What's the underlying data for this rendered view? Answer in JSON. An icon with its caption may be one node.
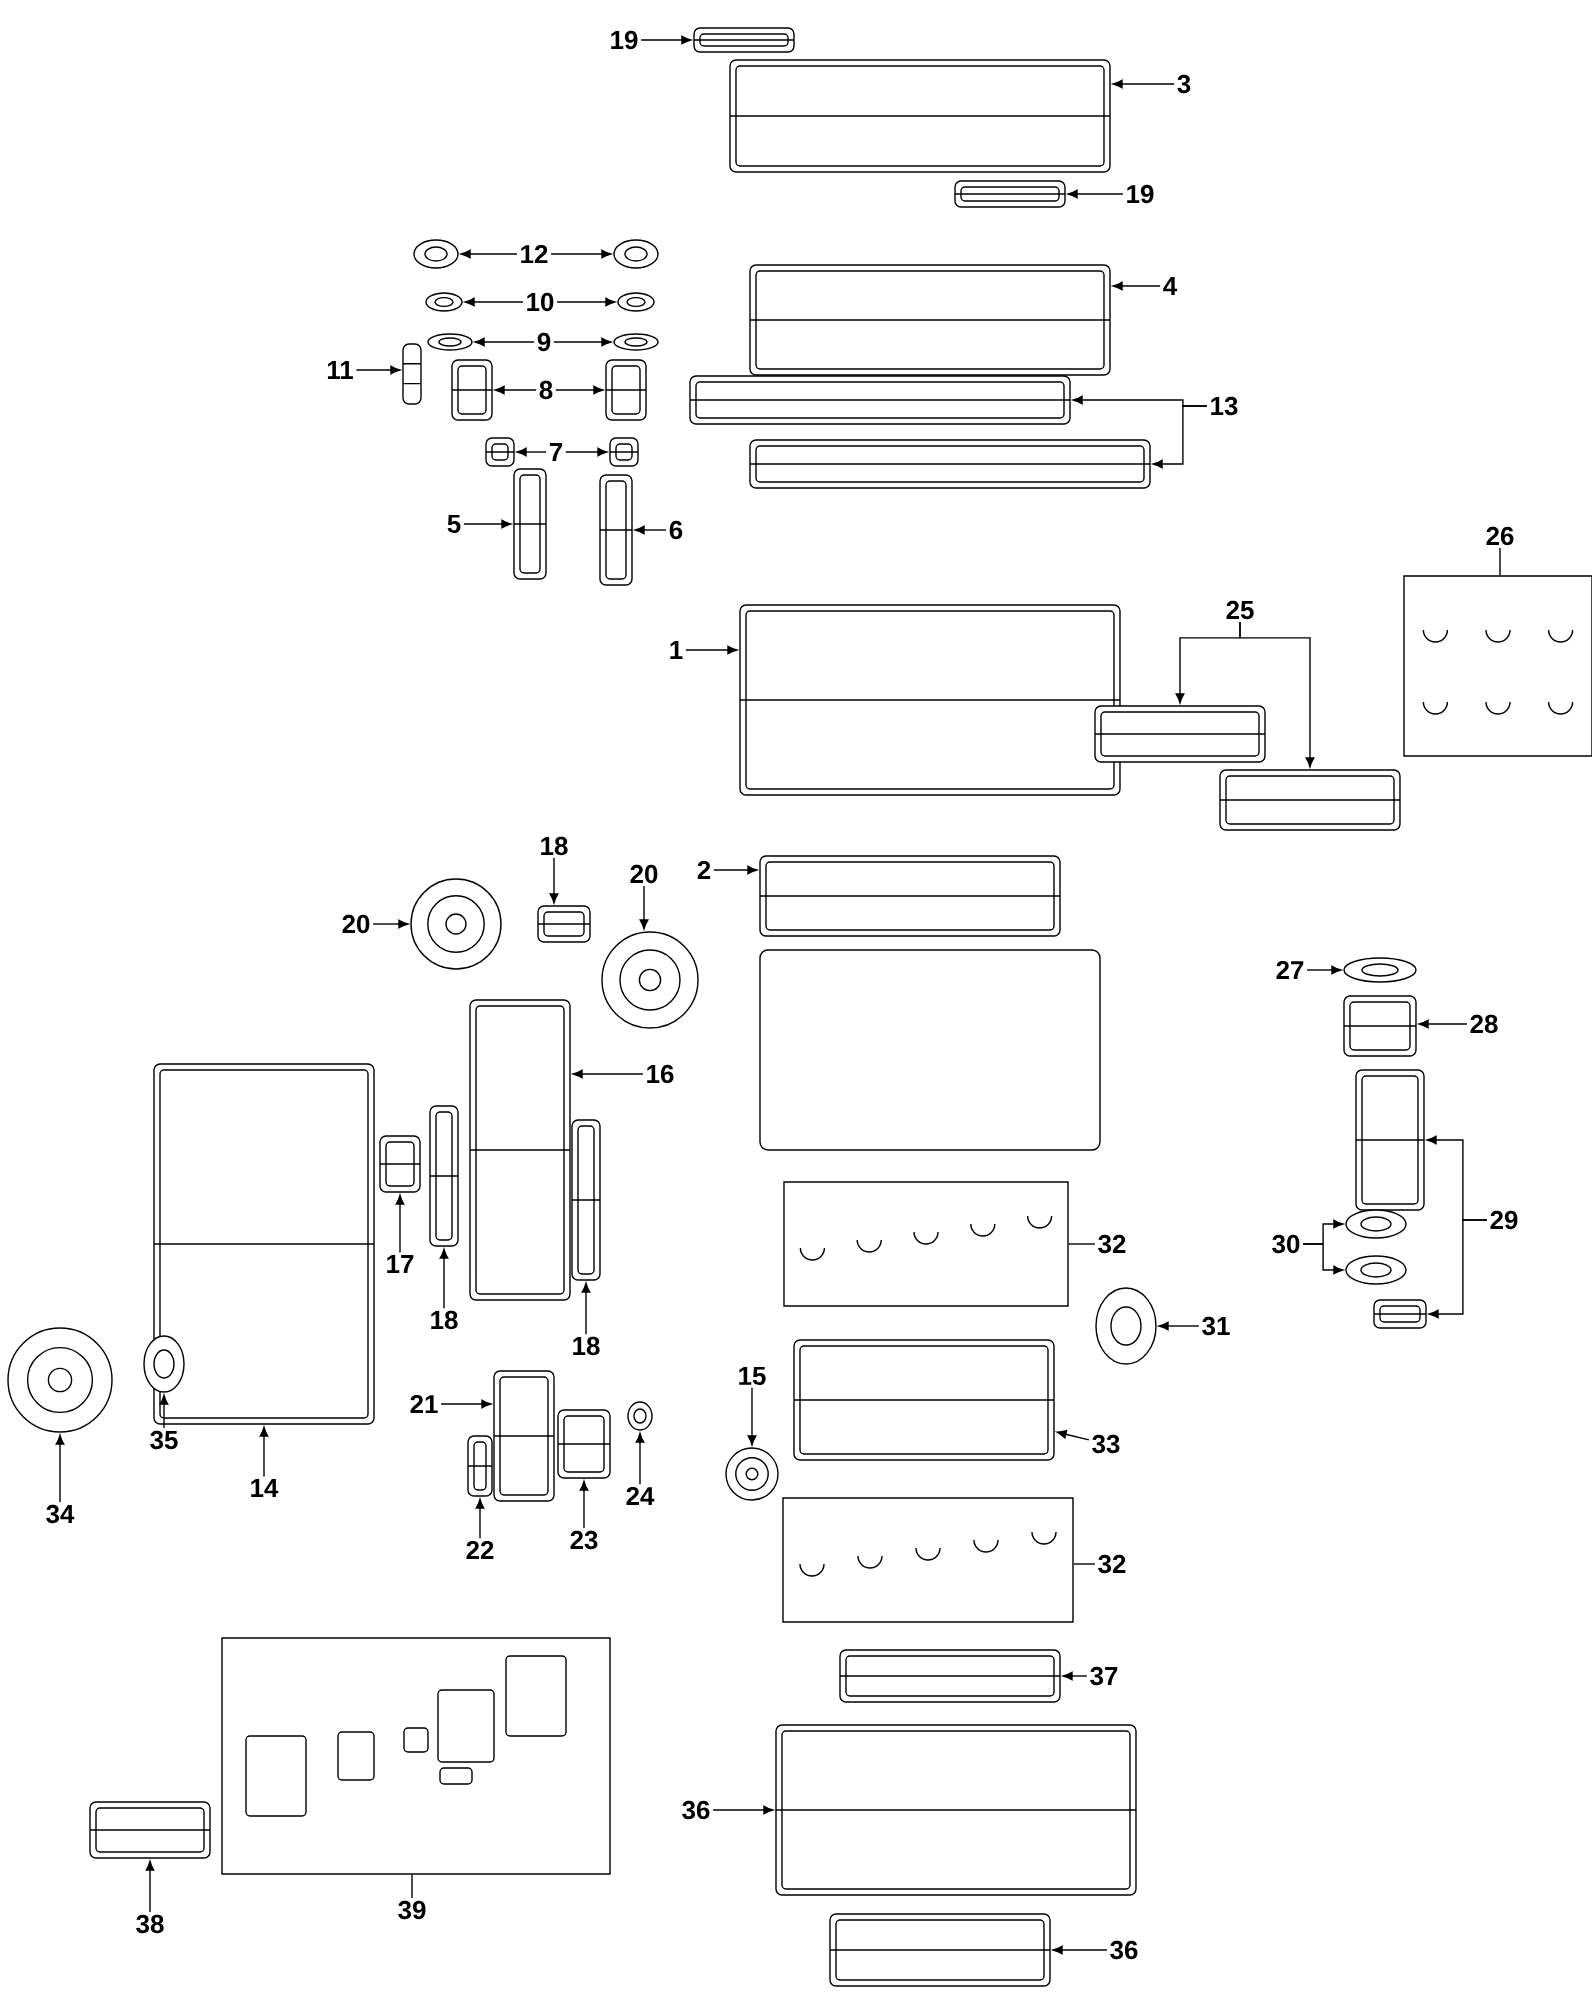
{
  "diagram": {
    "nodes": [
      {
        "text": [
          "19"
        ]
      },
      {
        "text": [],
        "shape": "picture"
      },
      {
        "text": [],
        "shape": "picture"
      },
      {
        "text": [
          "3"
        ]
      },
      {
        "text": [
          "19"
        ]
      },
      {
        "text": [],
        "shape": "picture"
      },
      {
        "text": [
          "4"
        ]
      },
      {
        "text": [],
        "shape": "picture"
      },
      {
        "text": [
          "12"
        ]
      },
      {
        "text": [],
        "shape": "picture"
      },
      {
        "text": [],
        "shape": "picture"
      },
      {
        "text": [
          "10"
        ]
      },
      {
        "text": [],
        "shape": "picture"
      },
      {
        "text": [],
        "shape": "picture"
      },
      {
        "text": [
          "9"
        ]
      },
      {
        "text": [],
        "shape": "picture"
      },
      {
        "text": [],
        "shape": "picture"
      },
      {
        "text": [
          "11"
        ]
      },
      {
        "text": [],
        "shape": "picture"
      },
      {
        "text": [
          "8"
        ]
      },
      {
        "text": [],
        "shape": "picture"
      },
      {
        "text": [],
        "shape": "picture"
      },
      {
        "text": [
          "7"
        ]
      },
      {
        "text": [],
        "shape": "picture"
      },
      {
        "text": [],
        "shape": "picture"
      },
      {
        "text": [
          "13"
        ]
      },
      {
        "text": [],
        "shape": "picture"
      },
      {
        "text": [],
        "shape": "picture"
      },
      {
        "text": [
          "5"
        ]
      },
      {
        "text": [],
        "shape": "picture"
      },
      {
        "text": [
          "6"
        ]
      },
      {
        "text": [],
        "shape": "picture"
      },
      {
        "text": [
          "1"
        ]
      },
      {
        "text": [],
        "shape": "picture"
      },
      {
        "text": [
          "25"
        ]
      },
      {
        "text": [],
        "shape": "picture"
      },
      {
        "text": [],
        "shape": "picture"
      },
      {
        "text": [
          "26"
        ]
      },
      {
        "text": [],
        "shape": "box"
      },
      {
        "text": [
          "2"
        ]
      },
      {
        "text": [],
        "shape": "picture"
      },
      {
        "text": [
          "18"
        ]
      },
      {
        "text": [],
        "shape": "picture"
      },
      {
        "text": [
          "20"
        ]
      },
      {
        "text": [],
        "shape": "picture"
      },
      {
        "text": [
          "20"
        ]
      },
      {
        "text": [],
        "shape": "picture"
      },
      {
        "text": [
          "27"
        ]
      },
      {
        "text": [],
        "shape": "picture"
      },
      {
        "text": [
          "28"
        ]
      },
      {
        "text": [],
        "shape": "picture"
      },
      {
        "text": [
          "16"
        ]
      },
      {
        "text": [],
        "shape": "picture"
      },
      {
        "text": [
          "17"
        ]
      },
      {
        "text": [],
        "shape": "picture"
      },
      {
        "text": [
          "18"
        ]
      },
      {
        "text": [],
        "shape": "picture"
      },
      {
        "text": [
          "18"
        ]
      },
      {
        "text": [],
        "shape": "picture"
      },
      {
        "text": [
          "29"
        ]
      },
      {
        "text": [],
        "shape": "picture"
      },
      {
        "text": [],
        "shape": "picture"
      },
      {
        "text": [
          "30"
        ]
      },
      {
        "text": [],
        "shape": "picture"
      },
      {
        "text": [],
        "shape": "picture"
      },
      {
        "text": [
          "14"
        ]
      },
      {
        "text": [],
        "shape": "picture"
      },
      {
        "text": [
          "35"
        ]
      },
      {
        "text": [],
        "shape": "picture"
      },
      {
        "text": [
          "34"
        ]
      },
      {
        "text": [],
        "shape": "picture"
      },
      {
        "text": [
          "21"
        ]
      },
      {
        "text": [],
        "shape": "picture"
      },
      {
        "text": [
          "22"
        ]
      },
      {
        "text": [],
        "shape": "picture"
      },
      {
        "text": [
          "23"
        ]
      },
      {
        "text": [],
        "shape": "picture"
      },
      {
        "text": [
          "24"
        ]
      },
      {
        "text": [],
        "shape": "picture"
      },
      {
        "text": [
          "15"
        ]
      },
      {
        "text": [],
        "shape": "picture"
      },
      {
        "text": [
          "32"
        ]
      },
      {
        "text": [],
        "shape": "box"
      },
      {
        "text": [
          "31"
        ]
      },
      {
        "text": [],
        "shape": "picture"
      },
      {
        "text": [
          "33"
        ]
      },
      {
        "text": [],
        "shape": "picture"
      },
      {
        "text": [
          "32"
        ]
      },
      {
        "text": [],
        "shape": "box"
      },
      {
        "text": [
          "37"
        ]
      },
      {
        "text": [],
        "shape": "picture"
      },
      {
        "text": [
          "36"
        ]
      },
      {
        "text": [],
        "shape": "picture"
      },
      {
        "text": [
          "36"
        ]
      },
      {
        "text": [],
        "shape": "picture"
      },
      {
        "text": [
          "39"
        ]
      },
      {
        "text": [],
        "shape": "box"
      },
      {
        "text": [
          "38"
        ]
      },
      {
        "text": [],
        "shape": "picture"
      }
    ],
    "edges": [
      {
        "from": 0,
        "to": 1,
        "arrow": "to"
      },
      {
        "from": 3,
        "to": 2,
        "arrow": "to"
      },
      {
        "from": 4,
        "to": 5,
        "arrow": "to"
      },
      {
        "from": 6,
        "to": 7,
        "arrow": "to"
      },
      {
        "from": 8,
        "to": 9,
        "arrow": "to"
      },
      {
        "from": 8,
        "to": 10,
        "arrow": "to"
      },
      {
        "from": 11,
        "to": 12,
        "arrow": "to"
      },
      {
        "from": 11,
        "to": 13,
        "arrow": "to"
      },
      {
        "from": 14,
        "to": 15,
        "arrow": "to"
      },
      {
        "from": 14,
        "to": 16,
        "arrow": "to"
      },
      {
        "from": 17,
        "to": 18,
        "arrow": "to"
      },
      {
        "from": 19,
        "to": 20,
        "arrow": "to"
      },
      {
        "from": 19,
        "to": 21,
        "arrow": "to"
      },
      {
        "from": 22,
        "to": 23,
        "arrow": "to"
      },
      {
        "from": 22,
        "to": 24,
        "arrow": "to"
      },
      {
        "from": 25,
        "to": 26,
        "arrow": "to"
      },
      {
        "from": 25,
        "to": 27,
        "arrow": "to"
      },
      {
        "from": 28,
        "to": 29,
        "arrow": "to"
      },
      {
        "from": 30,
        "to": 31,
        "arrow": "to"
      },
      {
        "from": 32,
        "to": 33,
        "arrow": "to"
      },
      {
        "from": 34,
        "to": 35,
        "arrow": "to"
      },
      {
        "from": 34,
        "to": 36,
        "arrow": "to"
      },
      {
        "from": 37,
        "to": 38,
        "arrow": "none"
      },
      {
        "from": 39,
        "to": 40,
        "arrow": "to"
      },
      {
        "from": 41,
        "to": 42,
        "arrow": "to"
      },
      {
        "from": 43,
        "to": 44,
        "arrow": "to"
      },
      {
        "from": 45,
        "to": 46,
        "arrow": "to"
      },
      {
        "from": 47,
        "to": 48,
        "arrow": "to"
      },
      {
        "from": 49,
        "to": 50,
        "arrow": "to"
      },
      {
        "from": 51,
        "to": 52,
        "arrow": "to"
      },
      {
        "from": 53,
        "to": 54,
        "arrow": "to"
      },
      {
        "from": 55,
        "to": 56,
        "arrow": "to"
      },
      {
        "from": 57,
        "to": 58,
        "arrow": "to"
      },
      {
        "from": 59,
        "to": 60,
        "arrow": "to"
      },
      {
        "from": 59,
        "to": 61,
        "arrow": "to"
      },
      {
        "from": 62,
        "to": 63,
        "arrow": "to"
      },
      {
        "from": 62,
        "to": 64,
        "arrow": "to"
      },
      {
        "from": 65,
        "to": 66,
        "arrow": "to"
      },
      {
        "from": 67,
        "to": 68,
        "arrow": "to"
      },
      {
        "from": 69,
        "to": 70,
        "arrow": "to"
      },
      {
        "from": 71,
        "to": 72,
        "arrow": "to"
      },
      {
        "from": 73,
        "to": 74,
        "arrow": "to"
      },
      {
        "from": 75,
        "to": 76,
        "arrow": "to"
      },
      {
        "from": 77,
        "to": 78,
        "arrow": "to"
      },
      {
        "from": 79,
        "to": 80,
        "arrow": "to"
      },
      {
        "from": 81,
        "to": 82,
        "arrow": "none"
      },
      {
        "from": 83,
        "to": 84,
        "arrow": "to"
      },
      {
        "from": 85,
        "to": 86,
        "arrow": "to"
      },
      {
        "from": 87,
        "to": 88,
        "arrow": "none"
      },
      {
        "from": 89,
        "to": 90,
        "arrow": "to"
      },
      {
        "from": 91,
        "to": 92,
        "arrow": "to"
      },
      {
        "from": 93,
        "to": 94,
        "arrow": "to"
      },
      {
        "from": 95,
        "to": 96,
        "arrow": "none"
      },
      {
        "from": 97,
        "to": 98,
        "arrow": "to"
      }
    ]
  }
}
